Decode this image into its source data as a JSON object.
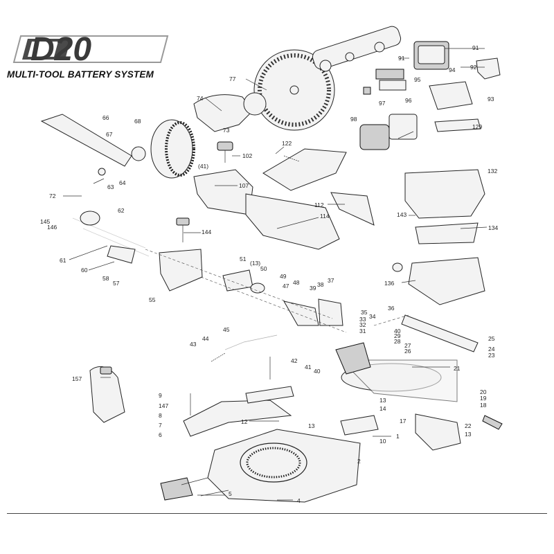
{
  "brand": {
    "logo_text": "D20",
    "subtitle": "MULTI-TOOL BATTERY SYSTEM"
  },
  "callouts": [
    {
      "id": "c1",
      "text": "1"
    },
    {
      "id": "c2",
      "text": "2"
    },
    {
      "id": "c4",
      "text": "4"
    },
    {
      "id": "c5",
      "text": "5"
    },
    {
      "id": "c6",
      "text": "6"
    },
    {
      "id": "c7",
      "text": "7"
    },
    {
      "id": "c8",
      "text": "8"
    },
    {
      "id": "c9",
      "text": "9"
    },
    {
      "id": "c10",
      "text": "10"
    },
    {
      "id": "c12",
      "text": "12"
    },
    {
      "id": "c13a",
      "text": "13"
    },
    {
      "id": "c13b",
      "text": "13"
    },
    {
      "id": "c13c",
      "text": "13"
    },
    {
      "id": "c13d",
      "text": "(13)"
    },
    {
      "id": "c14",
      "text": "14"
    },
    {
      "id": "c17",
      "text": "17"
    },
    {
      "id": "c18",
      "text": "18"
    },
    {
      "id": "c19",
      "text": "19"
    },
    {
      "id": "c20",
      "text": "20"
    },
    {
      "id": "c21",
      "text": "21"
    },
    {
      "id": "c22",
      "text": "22"
    },
    {
      "id": "c23",
      "text": "23"
    },
    {
      "id": "c24",
      "text": "24"
    },
    {
      "id": "c25",
      "text": "25"
    },
    {
      "id": "c26",
      "text": "26"
    },
    {
      "id": "c27",
      "text": "27"
    },
    {
      "id": "c28",
      "text": "28"
    },
    {
      "id": "c29",
      "text": "29"
    },
    {
      "id": "c31",
      "text": "31"
    },
    {
      "id": "c32",
      "text": "32"
    },
    {
      "id": "c33",
      "text": "33"
    },
    {
      "id": "c34",
      "text": "34"
    },
    {
      "id": "c35",
      "text": "35"
    },
    {
      "id": "c36",
      "text": "36"
    },
    {
      "id": "c37",
      "text": "37"
    },
    {
      "id": "c38",
      "text": "38"
    },
    {
      "id": "c39",
      "text": "39"
    },
    {
      "id": "c40a",
      "text": "40"
    },
    {
      "id": "c40b",
      "text": "40"
    },
    {
      "id": "c41a",
      "text": "41"
    },
    {
      "id": "c41b",
      "text": "(41)"
    },
    {
      "id": "c42",
      "text": "42"
    },
    {
      "id": "c43",
      "text": "43"
    },
    {
      "id": "c44",
      "text": "44"
    },
    {
      "id": "c45",
      "text": "45"
    },
    {
      "id": "c47",
      "text": "47"
    },
    {
      "id": "c48",
      "text": "48"
    },
    {
      "id": "c49",
      "text": "49"
    },
    {
      "id": "c50",
      "text": "50"
    },
    {
      "id": "c51",
      "text": "51"
    },
    {
      "id": "c55",
      "text": "55"
    },
    {
      "id": "c57",
      "text": "57"
    },
    {
      "id": "c58",
      "text": "58"
    },
    {
      "id": "c60",
      "text": "60"
    },
    {
      "id": "c61",
      "text": "61"
    },
    {
      "id": "c62",
      "text": "62"
    },
    {
      "id": "c63",
      "text": "63"
    },
    {
      "id": "c64",
      "text": "64"
    },
    {
      "id": "c66",
      "text": "66"
    },
    {
      "id": "c67",
      "text": "67"
    },
    {
      "id": "c68",
      "text": "68"
    },
    {
      "id": "c72",
      "text": "72"
    },
    {
      "id": "c73",
      "text": "73"
    },
    {
      "id": "c74",
      "text": "74"
    },
    {
      "id": "c77",
      "text": "77"
    },
    {
      "id": "c91a",
      "text": "91"
    },
    {
      "id": "c91b",
      "text": "91"
    },
    {
      "id": "c92",
      "text": "92"
    },
    {
      "id": "c93",
      "text": "93"
    },
    {
      "id": "c94",
      "text": "94"
    },
    {
      "id": "c95",
      "text": "95"
    },
    {
      "id": "c96",
      "text": "96"
    },
    {
      "id": "c97",
      "text": "97"
    },
    {
      "id": "c98",
      "text": "98"
    },
    {
      "id": "c102",
      "text": "102"
    },
    {
      "id": "c107",
      "text": "107"
    },
    {
      "id": "c112",
      "text": "112"
    },
    {
      "id": "c114",
      "text": "114"
    },
    {
      "id": "c122",
      "text": "122"
    },
    {
      "id": "c129",
      "text": "129"
    },
    {
      "id": "c132",
      "text": "132"
    },
    {
      "id": "c134",
      "text": "134"
    },
    {
      "id": "c136",
      "text": "136"
    },
    {
      "id": "c143",
      "text": "143"
    },
    {
      "id": "c144",
      "text": "144"
    },
    {
      "id": "c145",
      "text": "145"
    },
    {
      "id": "c146",
      "text": "146"
    },
    {
      "id": "c147",
      "text": "147"
    },
    {
      "id": "c157",
      "text": "157"
    }
  ]
}
